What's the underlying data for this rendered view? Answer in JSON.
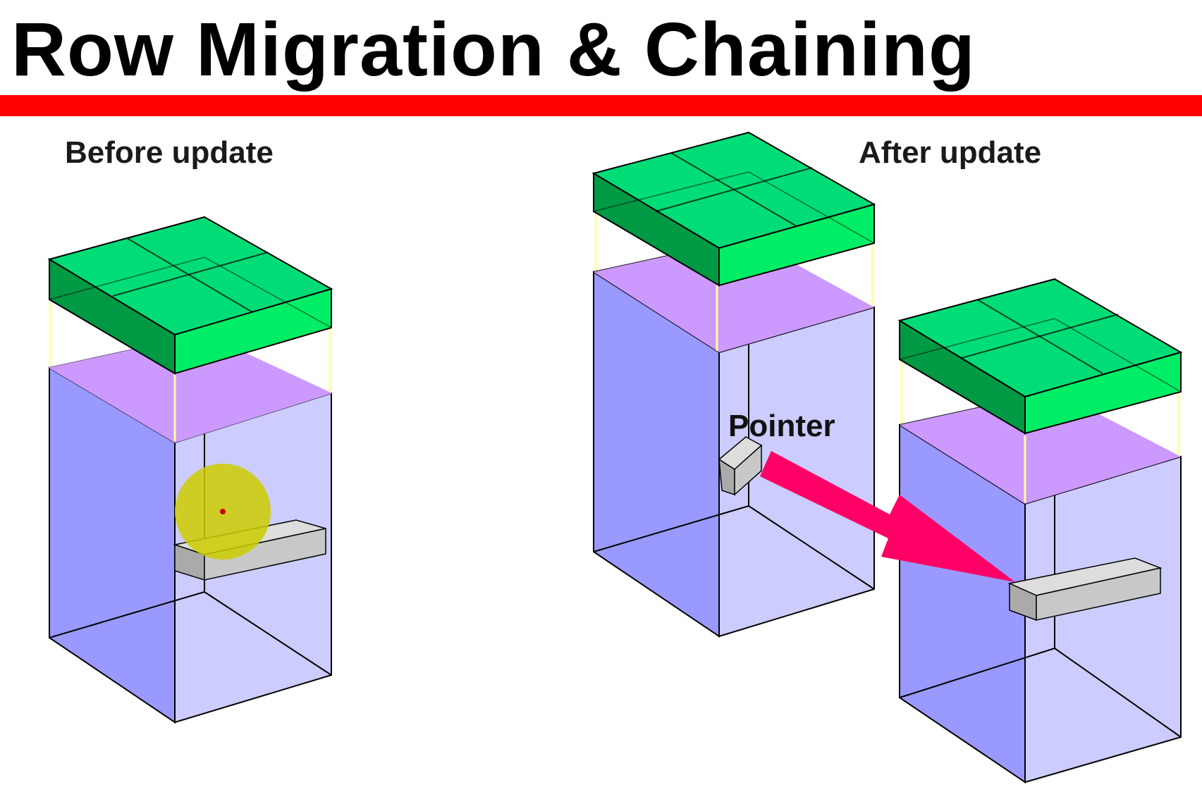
{
  "title": "Row Migration & Chaining",
  "labels": {
    "before": "Before update",
    "after": "After update",
    "pointer": "Pointer"
  },
  "colors": {
    "title_rule": "#ff0000",
    "block_header": "#00cc66",
    "block_header_dark": "#009944",
    "block_top": "#cc99ff",
    "block_left": "#9999ff",
    "block_right": "#ccccff",
    "row_piece": "#cccccc",
    "pointer_arrow": "#ff0066",
    "highlight": "#cccc00"
  },
  "icons": [
    "pointer-arrow",
    "cursor-highlight"
  ]
}
